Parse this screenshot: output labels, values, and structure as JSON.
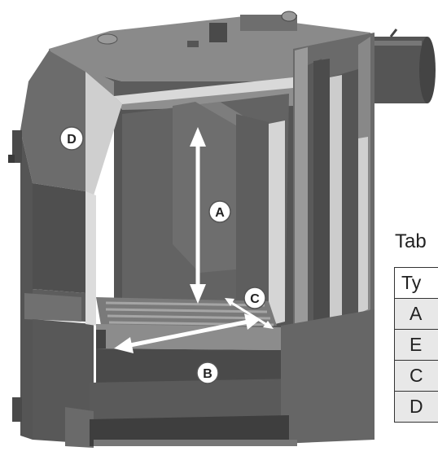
{
  "table": {
    "title": "Tab",
    "header": "Ty",
    "rows": [
      "A",
      "E",
      "C",
      "D"
    ]
  },
  "labels": {
    "a": "A",
    "b": "B",
    "c": "C",
    "d": "D"
  },
  "colors": {
    "steel_dark": "#4a4a4a",
    "steel_mid": "#6d6d6d",
    "insulation": "#d9d9d9",
    "arrow": "#ffffff"
  },
  "icons": [
    "badge-a",
    "badge-b",
    "badge-c",
    "badge-d"
  ]
}
